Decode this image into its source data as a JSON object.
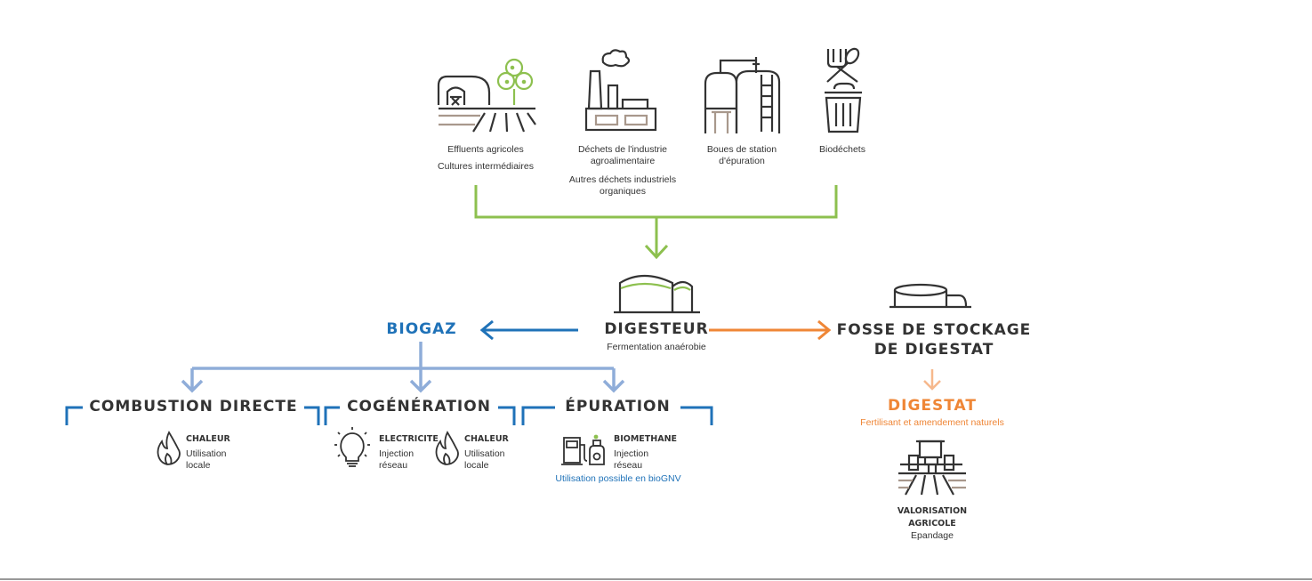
{
  "colors": {
    "green": "#8dc04f",
    "blue": "#1f72b8",
    "lightblue": "#8fadd9",
    "orange": "#ef8636",
    "lightorange": "#f6b88c",
    "dark": "#333333",
    "brown": "#a8988c"
  },
  "sources": [
    {
      "icon": "farm-icon",
      "line1": "Effluents agricoles",
      "line2": "Cultures intermédiaires"
    },
    {
      "icon": "factory-icon",
      "line1": "Déchets de l'industrie",
      "line1b": "agroalimentaire",
      "line2": "Autres déchets industriels",
      "line2b": "organiques"
    },
    {
      "icon": "treatment-plant-icon",
      "line1": "Boues de station",
      "line1b": "d'épuration"
    },
    {
      "icon": "food-waste-bin-icon",
      "line1": "Biodéchets"
    }
  ],
  "digester": {
    "title": "DIGESTEUR",
    "subtitle": "Fermentation anaérobie"
  },
  "biogas": {
    "title": "BIOGAZ"
  },
  "storage": {
    "line1": "FOSSE DE STOCKAGE",
    "line2": "DE DIGESTAT"
  },
  "digestate": {
    "title": "DIGESTAT",
    "subtitle": "Fertilisant et amendement naturels"
  },
  "agri": {
    "line1": "VALORISATION",
    "line2": "AGRICOLE",
    "line3": "Epandage"
  },
  "branches": {
    "combustion": {
      "title": "COMBUSTION DIRECTE",
      "heat_label": "CHALEUR",
      "heat_l1": "Utilisation",
      "heat_l2": "locale"
    },
    "cogeneration": {
      "title": "COGÉNÉRATION",
      "elec_label": "ELECTRICITE",
      "elec_l1": "Injection",
      "elec_l2": "réseau",
      "heat_label": "CHALEUR",
      "heat_l1": "Utilisation",
      "heat_l2": "locale"
    },
    "purification": {
      "title": "ÉPURATION",
      "bio_label": "BIOMETHANE",
      "bio_l1": "Injection",
      "bio_l2": "réseau",
      "note": "Utilisation possible en bioGNV"
    }
  }
}
